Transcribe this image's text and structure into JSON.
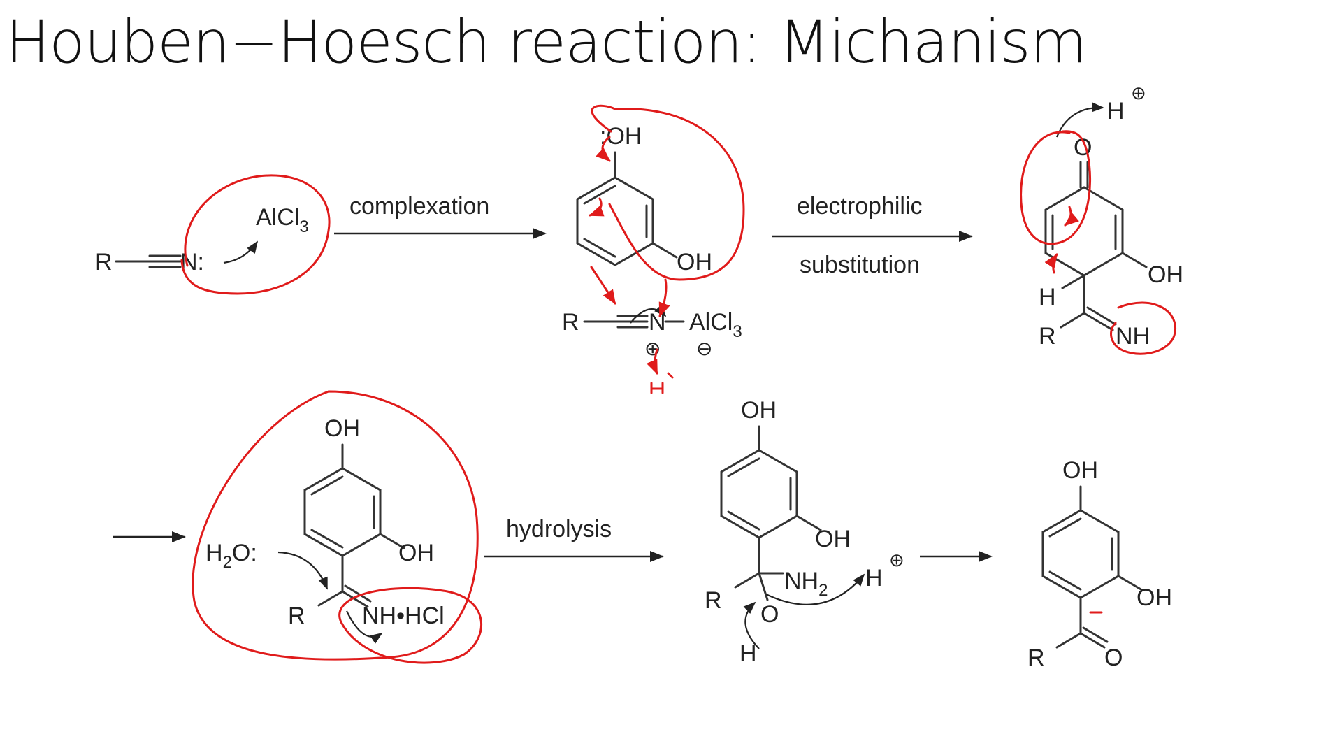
{
  "title": "Houben−Hoesch reaction: Michanism",
  "labels": {
    "r": "R",
    "n_colon": "N:",
    "n": "N",
    "alcl3_prefix": "AlCl",
    "sub_3": "3",
    "sub_2": "2",
    "oh": "OH",
    "colon_oh": ":OH",
    "o": "O",
    "h": "H",
    "h_plus": "H",
    "nh": "NH",
    "nh_hcl": "NH•HCl",
    "h2o_prefix": "H",
    "h2o_suffix": "O:",
    "nh2": "NH",
    "plus": "⊕",
    "minus": "⊖"
  },
  "arrows": {
    "complexation": "complexation",
    "electrophilic": "electrophilic",
    "substitution": "substitution",
    "hydrolysis": "hydrolysis"
  },
  "colors": {
    "annotation": "#e01b1b",
    "ink": "#222222"
  }
}
